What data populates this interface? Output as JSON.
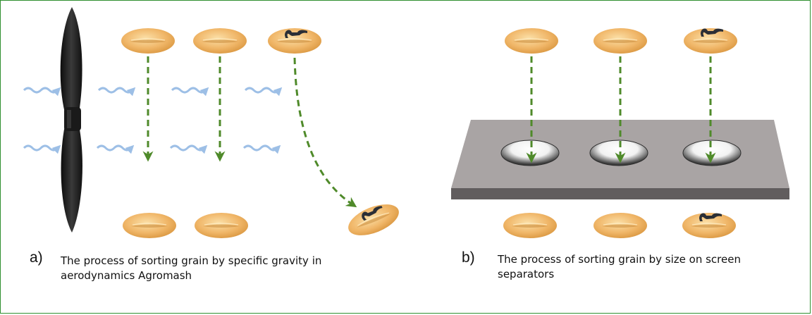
{
  "panel_a": {
    "letter": "a)",
    "caption_line1": "The process of sorting grain by specific gravity in",
    "caption_line2": "aerodynamics Agromash"
  },
  "panel_b": {
    "letter": "b)",
    "caption_line1": "The process of sorting grain by size on screen",
    "caption_line2": "separators"
  },
  "colors": {
    "grain": "#f0b668",
    "grain_dark": "#d9963f",
    "arrow_green": "#4f8a2a",
    "air_blue": "#9dbfe6",
    "plate_top": "#a9a4a4",
    "plate_side": "#615d5e",
    "border": "#2f8f2f"
  }
}
